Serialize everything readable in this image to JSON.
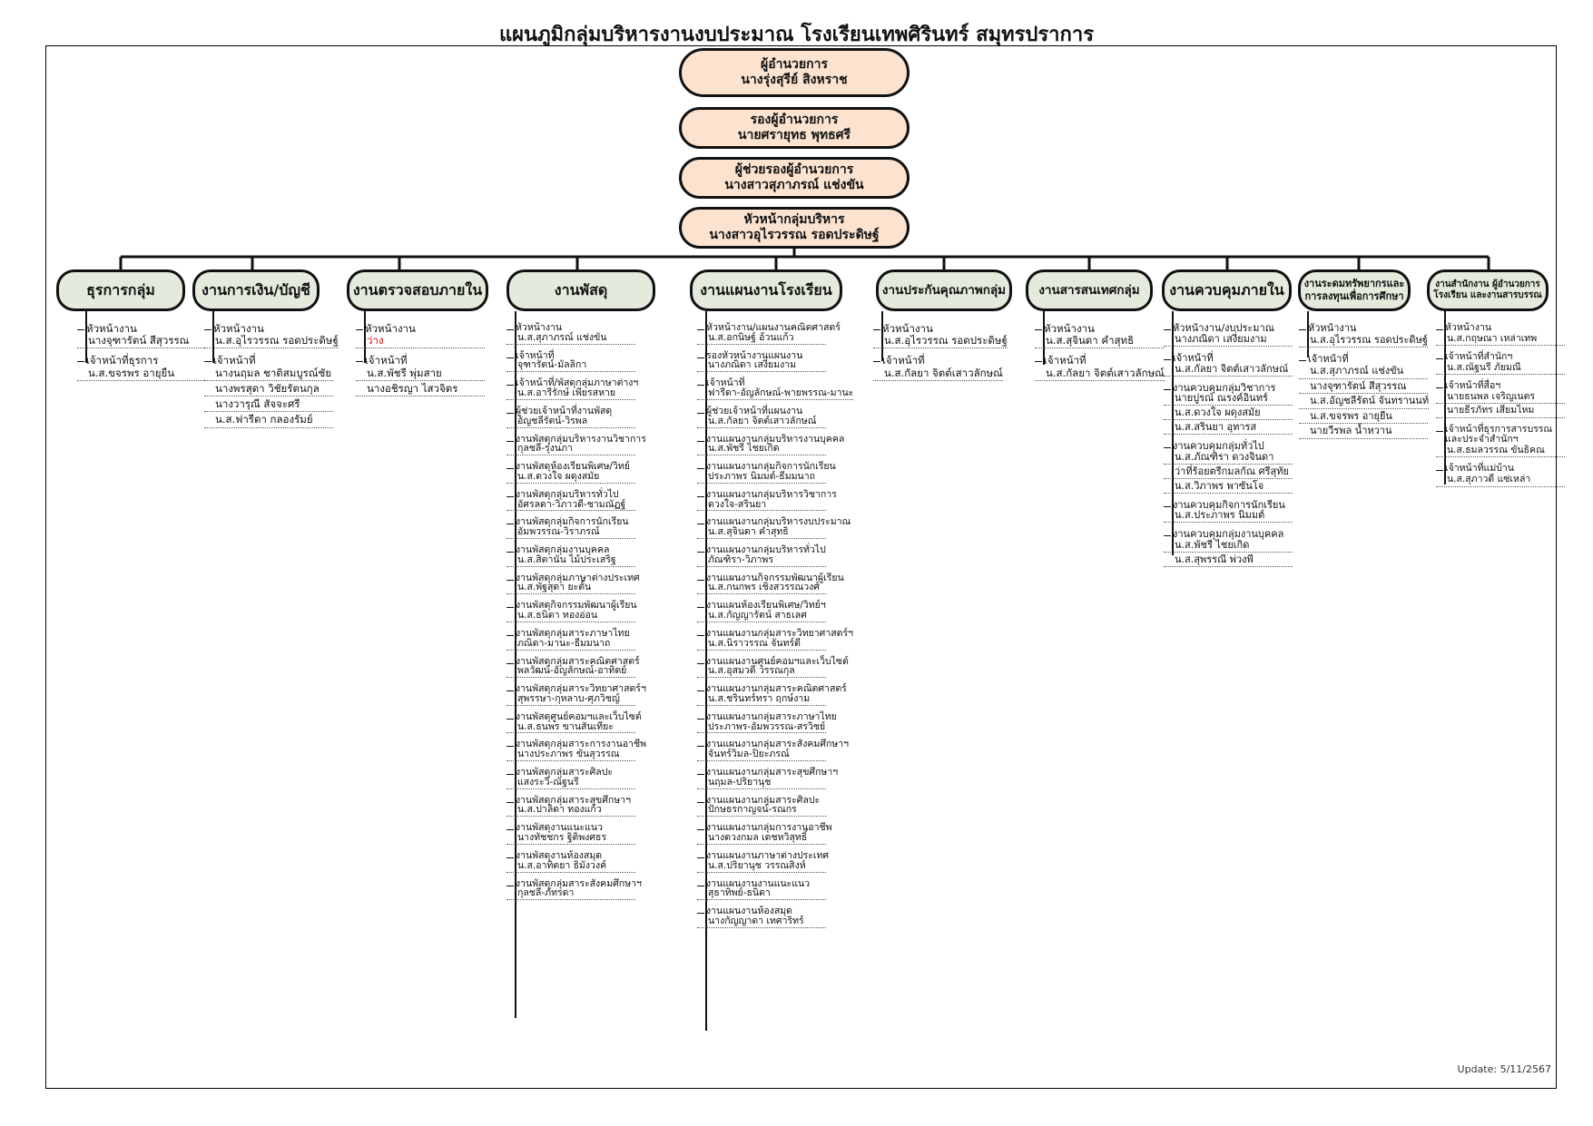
{
  "title": "แผนภูมิกลุ่มบริหารงานงบประมาณ โรงเรียนเทพศิรินทร์ สมุทรปราการ",
  "update": "Update: 5/11/2567",
  "leaders": [
    {
      "role": "ผู้อำนวยการ",
      "name": "นางรุ่งสุรีย์ สิงหราช"
    },
    {
      "role": "รองผู้อำนวยการ",
      "name": "นายศรายุทธ พุทธศรี"
    },
    {
      "role": "ผู้ช่วยรองผู้อำนวยการ",
      "name": "นางสาวสุภาภรณ์ แช่งขัน"
    },
    {
      "role": "หัวหน้ากลุ่มบริหาร",
      "name": "นางสาวอุไรวรรณ รอดประดิษฐ์"
    }
  ],
  "departments": [
    {
      "label": "ธุรการกลุ่ม",
      "items": [
        {
          "t": "h",
          "v": "หัวหน้างาน"
        },
        {
          "t": "n",
          "v": "นางจุฑารัตน์ สีสุวรรณ"
        },
        {
          "t": "h",
          "v": "เจ้าหน้าที่ธุรการ"
        },
        {
          "t": "n",
          "v": "น.ส.ขจรพร อายุยืน"
        }
      ]
    },
    {
      "label": "งานการเงิน/บัญชี",
      "items": [
        {
          "t": "h",
          "v": "หัวหน้างาน"
        },
        {
          "t": "n",
          "v": "น.ส.อุไรวรรณ รอดประดิษฐ์"
        },
        {
          "t": "h",
          "v": "เจ้าหน้าที่"
        },
        {
          "t": "n",
          "v": "นางนฤมล ชาติสมบูรณ์ชัย"
        },
        {
          "t": "n",
          "v": "นางพรสุดา วิชัยรัตนกุล"
        },
        {
          "t": "n",
          "v": "นางวารุณี สัจจะศรี"
        },
        {
          "t": "n",
          "v": "น.ส.ฟารีดา กลองรัมย์"
        }
      ]
    },
    {
      "label": "งานตรวจสอบภายใน",
      "items": [
        {
          "t": "h",
          "v": "หัวหน้างาน"
        },
        {
          "t": "r",
          "v": "ว่าง"
        },
        {
          "t": "h",
          "v": "เจ้าหน้าที่"
        },
        {
          "t": "n",
          "v": "น.ส.พัชรี พุ่มสาย"
        },
        {
          "t": "n",
          "v": "นางอชิรญา ไสวจิตร"
        }
      ]
    },
    {
      "label": "งานพัสดุ",
      "items": [
        {
          "t": "h",
          "v": "หัวหน้างาน"
        },
        {
          "t": "n",
          "v": "น.ส.สุภาภรณ์ แช่งขัน"
        },
        {
          "t": "h",
          "v": "เจ้าหน้าที่"
        },
        {
          "t": "n",
          "v": "จุฑารัตน์-มัลลิกา"
        },
        {
          "t": "h",
          "v": "เจ้าหน้าที่/พัสดุกลุ่มภาษาต่างฯ"
        },
        {
          "t": "n",
          "v": "น.ส.อารีรักษ์ เพียรสหาย"
        },
        {
          "t": "h",
          "v": "ผู้ช่วยเจ้าหน้าที่งานพัสดุ"
        },
        {
          "t": "n",
          "v": "อัญชลีรัตน์-วิรพล"
        },
        {
          "t": "h",
          "v": "งานพัสดุกลุ่มบริหารงานวิชาการ"
        },
        {
          "t": "n",
          "v": "กุลชลี-รุ่งนภา"
        },
        {
          "t": "h",
          "v": "งานพัสดุห้องเรียนพิเศษ/วิทย์"
        },
        {
          "t": "n",
          "v": "น.ส.ดวงใจ ผดุงสมัย"
        },
        {
          "t": "h",
          "v": "งานพัสดุกลุ่มบริหารทั่วไป"
        },
        {
          "t": "n",
          "v": "อัศรลดา-วิภาวดี-ชามณัฏฐ์"
        },
        {
          "t": "h",
          "v": "งานพัสดุกลุ่มกิจการนักเรียน"
        },
        {
          "t": "n",
          "v": "อัมพวรรณ-วิราภรณ์"
        },
        {
          "t": "h",
          "v": "งานพัสดุกลุ่มงานบุคคล"
        },
        {
          "t": "n",
          "v": "น.ส.สิตานัน ไม้ประเสริฐ"
        },
        {
          "t": "h",
          "v": "งานพัสดุกลุ่มภาษาต่างประเทศ"
        },
        {
          "t": "n",
          "v": "น.ส.พัฐสุดา ยะตั้น"
        },
        {
          "t": "h",
          "v": "งานพัสดุกิจกรรมพัฒนาผู้เรียน"
        },
        {
          "t": "n",
          "v": "น.ส.ธนิดา ทองอ่อน"
        },
        {
          "t": "h",
          "v": "งานพัสดุกลุ่มสาระภาษาไทย"
        },
        {
          "t": "n",
          "v": "ภณิดา-มานะ-ธีมมนาถ"
        },
        {
          "t": "h",
          "v": "งานพัสดุกลุ่มสาระคณิตศาสตร์"
        },
        {
          "t": "n",
          "v": "พลวัฒน์-อัญลักษณ์-อาทิตย์"
        },
        {
          "t": "h",
          "v": "งานพัสดุกลุ่มสาระวิทยาศาสตร์ฯ"
        },
        {
          "t": "n",
          "v": "สุพรรษา-กุหลาบ-ศุภวิชญ์"
        },
        {
          "t": "h",
          "v": "งานพัสดุศูนย์คอมฯและเว็บไซต์"
        },
        {
          "t": "n",
          "v": "น.ส.ธนพร ขานสันเทียะ"
        },
        {
          "t": "h",
          "v": "งานพัสดุกลุ่มสาระการงานอาชีพ"
        },
        {
          "t": "n",
          "v": "นางประภาพร ขันสุวรรณ"
        },
        {
          "t": "h",
          "v": "งานพัสดุกลุ่มสาระศิลปะ"
        },
        {
          "t": "n",
          "v": "แสงระวี-ณัฐนรี"
        },
        {
          "t": "h",
          "v": "งานพัสดุกลุ่มสาระสุขศึกษาฯ"
        },
        {
          "t": "n",
          "v": "น.ส.ปาลิดา ทองแก้ว"
        },
        {
          "t": "h",
          "v": "งานพัสดุงานแนะแนว"
        },
        {
          "t": "n",
          "v": "นางทัชชกร ฐิติพงศธร"
        },
        {
          "t": "h",
          "v": "งานพัสดุงานห้องสมุด"
        },
        {
          "t": "n",
          "v": "น.ส.อาทิตยา ธิมังวงค์"
        },
        {
          "t": "h",
          "v": "งานพัสดุกลุ่มสาระสังคมศึกษาฯ"
        },
        {
          "t": "n",
          "v": "กุลชลี-ภัทรดา"
        }
      ]
    },
    {
      "label": "งานแผนงานโรงเรียน",
      "items": [
        {
          "t": "h",
          "v": "หัวหน้างาน/แผนงานคณิตศาสตร์"
        },
        {
          "t": "n",
          "v": "น.ส.อกนิษฐ์ อ้วนแก้ว"
        },
        {
          "t": "h",
          "v": "รองหัวหน้างานแผนงาน"
        },
        {
          "t": "n",
          "v": "นางภณิดา เสงี่ยมงาม"
        },
        {
          "t": "h",
          "v": "เจ้าหน้าที่"
        },
        {
          "t": "n",
          "v": "ฟารีดา-อัญลักษณ์-พายพรรณ-มานะ"
        },
        {
          "t": "h",
          "v": "ผู้ช่วยเจ้าหน้าที่แผนงาน"
        },
        {
          "t": "n",
          "v": "น.ส.กัลยา จิตต์เสาวลักษณ์"
        },
        {
          "t": "h",
          "v": "งานแผนงานกลุ่มบริหารงานบุคคล"
        },
        {
          "t": "n",
          "v": "น.ส.พัชรี ไชยเกิด"
        },
        {
          "t": "h",
          "v": "งานแผนงานกลุ่มกิจการนักเรียน"
        },
        {
          "t": "n",
          "v": "ประภาพร นิมมต์-ธีมมนาถ"
        },
        {
          "t": "h",
          "v": "งานแผนงานกลุ่มบริหารวิชาการ"
        },
        {
          "t": "n",
          "v": "ดวงใจ-สรินยา"
        },
        {
          "t": "h",
          "v": "งานแผนงานกลุ่มบริหารงบประมาณ"
        },
        {
          "t": "n",
          "v": "น.ส.สุจินดา คำสุทธิ"
        },
        {
          "t": "h",
          "v": "งานแผนงานกลุ่มบริหารทั่วไป"
        },
        {
          "t": "n",
          "v": "ภัณฑิรา-วิภาพร"
        },
        {
          "t": "h",
          "v": "งานแผนงานกิจกรรมพัฒนาผู้เรียน"
        },
        {
          "t": "n",
          "v": "น.ส.กนกพร เชิงสวรรณวงศ์"
        },
        {
          "t": "h",
          "v": "งานแผนห้องเรียนพิเศษ/วิทย์ฯ"
        },
        {
          "t": "n",
          "v": "น.ส.กัญญารัตน์ สาธเลศ"
        },
        {
          "t": "h",
          "v": "งานแผนงานกลุ่มสาระวิทยาศาสตร์ฯ"
        },
        {
          "t": "n",
          "v": "น.ส.นิราวรรณ จันทร์ดี"
        },
        {
          "t": "h",
          "v": "งานแผนงานศูนย์คอมฯและเว็บไซต์"
        },
        {
          "t": "n",
          "v": "น.ส.อุสมวดี วรรณกุล"
        },
        {
          "t": "h",
          "v": "งานแผนงานกลุ่มสาระคณิตศาสตร์"
        },
        {
          "t": "n",
          "v": "น.ส.ชรินทร์ทรา ฤกษ์งาม"
        },
        {
          "t": "h",
          "v": "งานแผนงานกลุ่มสาระภาษาไทย"
        },
        {
          "t": "n",
          "v": "ประภาพร-อัมพวรรณ-สรวิชย์"
        },
        {
          "t": "h",
          "v": "งานแผนงานกลุ่มสาระสังคมศึกษาฯ"
        },
        {
          "t": "n",
          "v": "จันทร์วิมล-ปิยะภรณ์"
        },
        {
          "t": "h",
          "v": "งานแผนงานกลุ่มสาระสุขศึกษาฯ"
        },
        {
          "t": "n",
          "v": "นฤมล-ปริยานุช"
        },
        {
          "t": "h",
          "v": "งานแผนงานกลุ่มสาระศิลปะ"
        },
        {
          "t": "n",
          "v": "ปักษธรกาญจน์-รณกร"
        },
        {
          "t": "h",
          "v": "งานแผนงานกลุ่มการงานอาชีพ"
        },
        {
          "t": "n",
          "v": "นางดวงกมล เดชหวิสุทธิ์"
        },
        {
          "t": "h",
          "v": "งานแผนงานภาษาต่างประเทศ"
        },
        {
          "t": "n",
          "v": "น.ส.ปริยานุช วรรณสิงห์"
        },
        {
          "t": "h",
          "v": "งานแผนงานงานแนะแนว"
        },
        {
          "t": "n",
          "v": "สุธาทิพย์-ธนิดา"
        },
        {
          "t": "h",
          "v": "งานแผนงานห้องสมุด"
        },
        {
          "t": "n",
          "v": "นางกัญญาดา เทศาริทร์"
        }
      ]
    },
    {
      "label": "งานประกันคุณภาพกลุ่ม",
      "items": [
        {
          "t": "h",
          "v": "หัวหน้างาน"
        },
        {
          "t": "n",
          "v": "น.ส.อุไรวรรณ รอดประดิษฐ์"
        },
        {
          "t": "h",
          "v": "เจ้าหน้าที่"
        },
        {
          "t": "n",
          "v": "น.ส.กัลยา จิตต์เสาวลักษณ์"
        }
      ]
    },
    {
      "label": "งานสารสนเทศกลุ่ม",
      "items": [
        {
          "t": "h",
          "v": "หัวหน้างาน"
        },
        {
          "t": "n",
          "v": "น.ส.สุจินดา คำสุทธิ"
        },
        {
          "t": "h",
          "v": "เจ้าหน้าที่"
        },
        {
          "t": "n",
          "v": "น.ส.กัลยา จิตต์เสาวลักษณ์"
        }
      ]
    },
    {
      "label": "งานควบคุมภายใน",
      "items": [
        {
          "t": "h",
          "v": "หัวหน้างาน/งบประมาณ"
        },
        {
          "t": "n",
          "v": "นางภณิดา เสงี่ยมงาม"
        },
        {
          "t": "h",
          "v": "เจ้าหน้าที่"
        },
        {
          "t": "n",
          "v": "น.ส.กัลยา จิตต์เสาวลักษณ์"
        },
        {
          "t": "h",
          "v": "งานควบคุมกลุ่มวิชาการ"
        },
        {
          "t": "n",
          "v": "นายปูรณ์ ณรงค์อินทร์"
        },
        {
          "t": "n",
          "v": "น.ส.ดวงใจ ผดุงสมัย"
        },
        {
          "t": "n",
          "v": "น.ส.สรินยา อุทารส"
        },
        {
          "t": "h",
          "v": "งานควบคุมกลุ่มทั่วไป"
        },
        {
          "t": "n",
          "v": "น.ส.ภัณฑิรา ดวงจินดา"
        },
        {
          "t": "n",
          "v": "ว่าที่ร้อยตรีกมลกัณ ศรีสุทัย"
        },
        {
          "t": "n",
          "v": "น.ส.วิภาพร พาซันโจ"
        },
        {
          "t": "h",
          "v": "งานควบคุมกิจการนักเรียน"
        },
        {
          "t": "n",
          "v": "น.ส.ประภาพร นิมมต์"
        },
        {
          "t": "h",
          "v": "งานควบคุมกลุ่มงานบุคคล"
        },
        {
          "t": "n",
          "v": "น.ส.พัชรี ไชยเกิด"
        },
        {
          "t": "n",
          "v": "น.ส.สุพรรณี พ่วงพี"
        }
      ]
    },
    {
      "label": "งานระดมทรัพยากรและการลงทุนเพื่อการศึกษา",
      "items": [
        {
          "t": "h",
          "v": "หัวหน้างาน"
        },
        {
          "t": "n",
          "v": "น.ส.อุไรวรรณ รอดประดิษฐ์"
        },
        {
          "t": "h",
          "v": "เจ้าหน้าที่"
        },
        {
          "t": "n",
          "v": "น.ส.สุภาภรณ์ แช่งขัน"
        },
        {
          "t": "n",
          "v": "นางจุฑารัตน์ สีสุวรรณ"
        },
        {
          "t": "n",
          "v": "น.ส.อัญชลีรัตน์ จันทรานนท์"
        },
        {
          "t": "n",
          "v": "น.ส.ขจรพร อายุยืน"
        },
        {
          "t": "n",
          "v": "นายวีรพล น้ำหวาน"
        }
      ]
    },
    {
      "label": "งานสำนักงาน ผู้อำนวยการโรงเรียน และงานสารบรรณ",
      "items": [
        {
          "t": "h",
          "v": "หัวหน้างาน"
        },
        {
          "t": "n",
          "v": "น.ส.กฤษณา เหล่าเทพ"
        },
        {
          "t": "h",
          "v": "เจ้าหน้าที่สำนักฯ"
        },
        {
          "t": "n",
          "v": "น.ส.ณัฐนรี ภัยมณี"
        },
        {
          "t": "h",
          "v": "เจ้าหน้าที่สื่อฯ"
        },
        {
          "t": "n",
          "v": "นายธนพล เจริญเนตร"
        },
        {
          "t": "n",
          "v": "นายธีรภัทร เสียมไหม"
        },
        {
          "t": "h",
          "v": "เจ้าหน้าที่ธุรการสารบรรณและประจำสำนักฯ"
        },
        {
          "t": "n",
          "v": "น.ส.ธมลวรรณ ขันธิคณ"
        },
        {
          "t": "h",
          "v": "เจ้าหน้าที่แม่บ้าน"
        },
        {
          "t": "n",
          "v": "น.ส.สุภาวดี แซ่เหล่า"
        }
      ]
    }
  ]
}
